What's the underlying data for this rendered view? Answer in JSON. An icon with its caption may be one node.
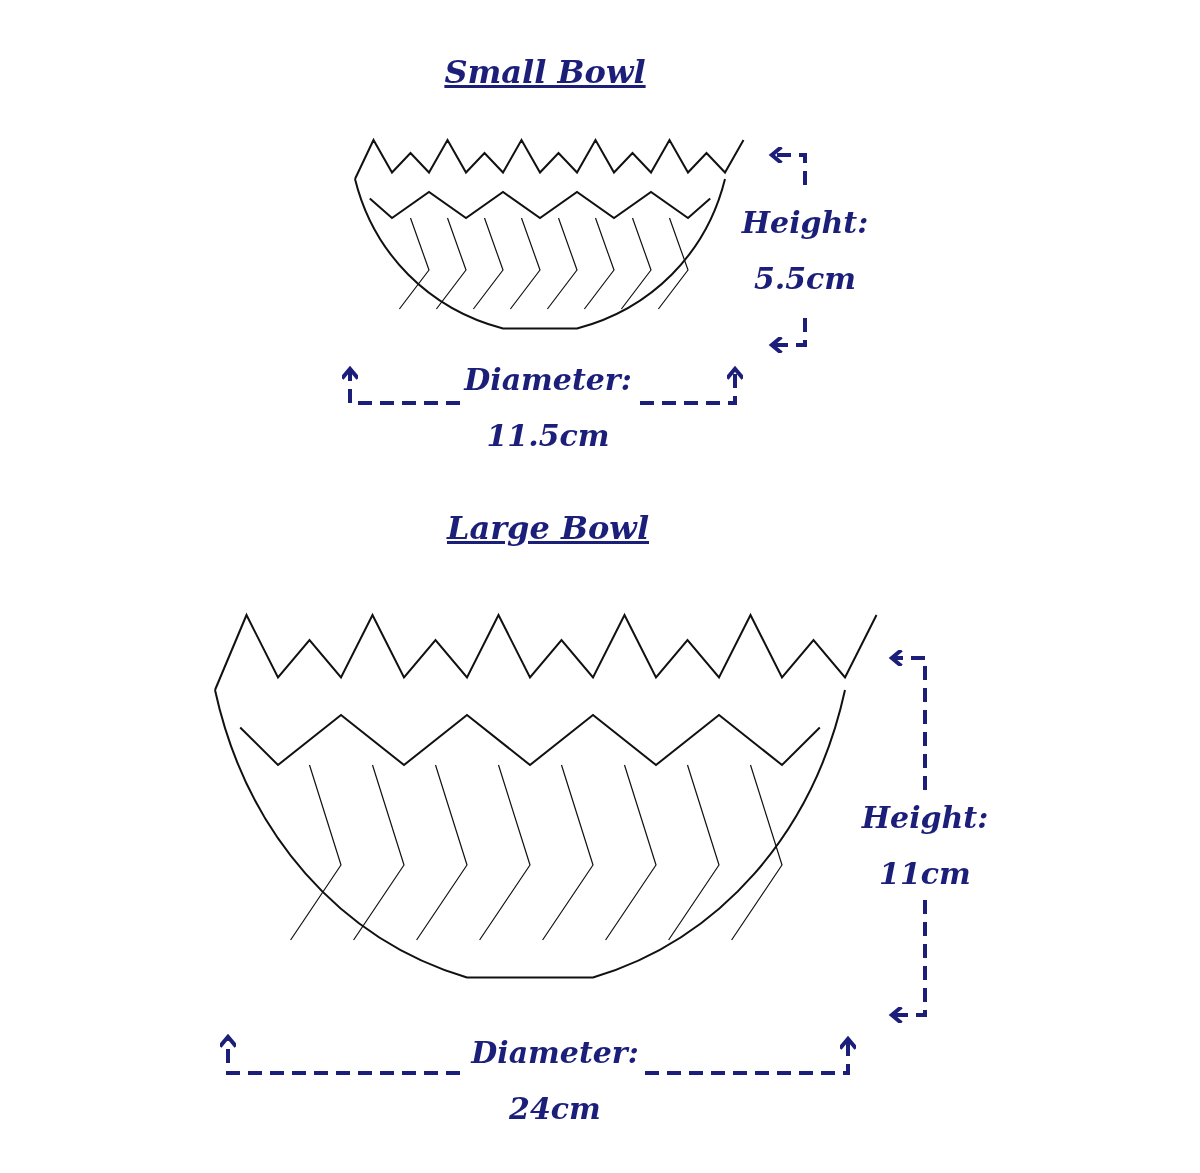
{
  "diagram": {
    "labels": [
      "Small Bowl",
      "Height: 5.5cm",
      "Diameter: 11.5cm",
      "Large Bowl",
      "Height: 11cm",
      "Diameter: 24cm"
    ]
  }
}
